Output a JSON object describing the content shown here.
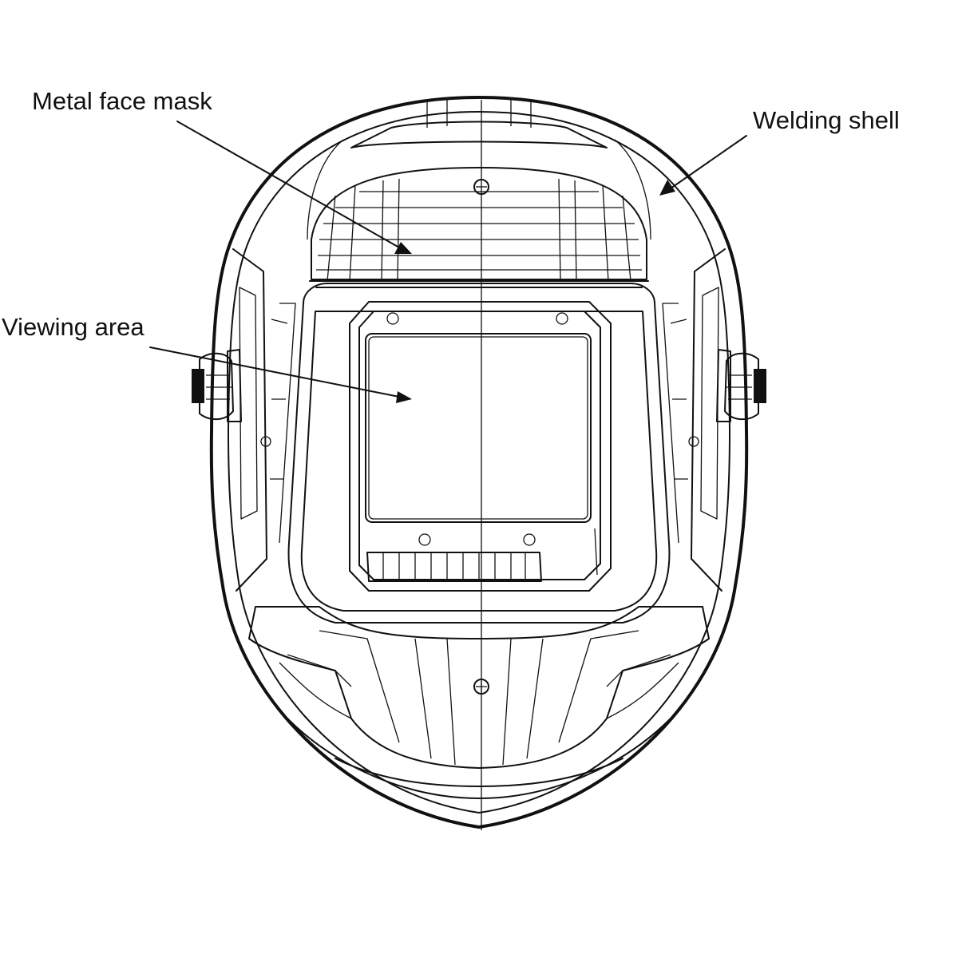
{
  "labels": {
    "metal_face_mask": "Metal face mask",
    "welding_shell": "Welding shell",
    "viewing_area": "Viewing area"
  },
  "colors": {
    "line": "#111111",
    "background": "#ffffff"
  }
}
